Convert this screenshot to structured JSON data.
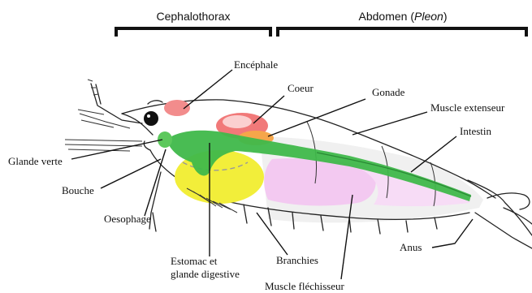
{
  "sections": {
    "cephalothorax": "Cephalothorax",
    "abdomen": "Abdomen (",
    "abdomen_italic": "Pleon",
    "abdomen_close": ")"
  },
  "labels": {
    "encephale": "Encéphale",
    "coeur": "Coeur",
    "gonade": "Gonade",
    "muscle_extenseur": "Muscle extenseur",
    "intestin": "Intestin",
    "glande_verte": "Glande verte",
    "bouche": "Bouche",
    "oesophage": "Oesophage",
    "estomac_line1": "Estomac et",
    "estomac_line2": "glande digestive",
    "branchies": "Branchies",
    "muscle_flechisseur": "Muscle fléchisseur",
    "anus": "Anus"
  },
  "colors": {
    "encephale": "#f28c8c",
    "coeur": "#f06a6a",
    "gonade": "#f5a64a",
    "intestin": "#3fb84a",
    "glande_verte": "#5cc85c",
    "estomac": "#f2ee3a",
    "muscle": "#f3c9f1"
  }
}
